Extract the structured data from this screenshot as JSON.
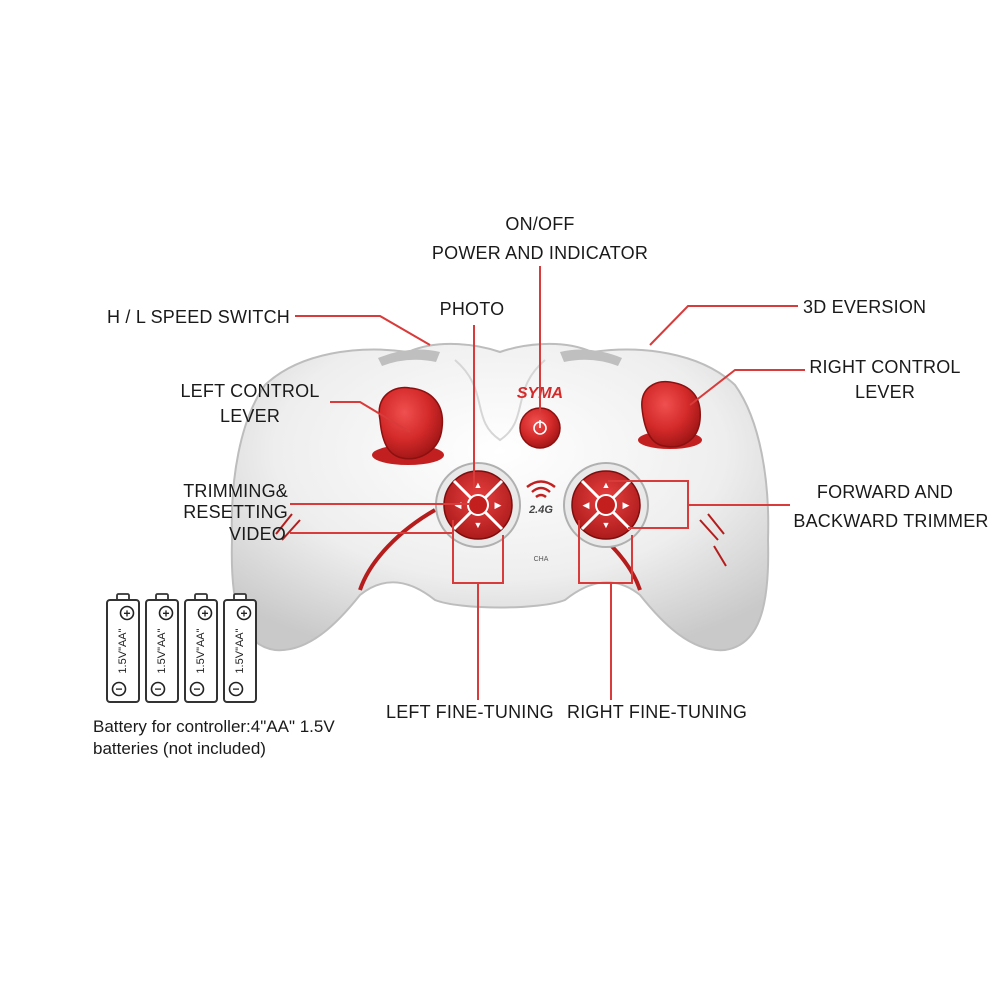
{
  "labels": {
    "on_off": "ON/OFF",
    "power_indicator": "POWER AND INDICATOR",
    "speed_switch": "H / L SPEED SWITCH",
    "photo": "PHOTO",
    "eversion": "3D EVERSION",
    "left_lever_1": "LEFT CONTROL",
    "left_lever_2": "LEVER",
    "right_lever_1": "RIGHT CONTROL",
    "right_lever_2": "LEVER",
    "trimming_1": "TRIMMING&",
    "trimming_2": "RESETTING",
    "video": "VIDEO",
    "fwd_1": "FORWARD AND",
    "fwd_2": "BACKWARD TRIMMER",
    "left_fine": "LEFT FINE-TUNING",
    "right_fine": "RIGHT FINE-TUNING"
  },
  "controller": {
    "brand": "SYMA",
    "frequency": "2.4G",
    "channel": "CHA"
  },
  "battery": {
    "cell_label": "1.5V\"AA\"",
    "count": 4,
    "plus_symbol": "+",
    "minus_symbol": "−",
    "note_line1": "Battery for controller:4\"AA\" 1.5V",
    "note_line2": "batteries (not included)"
  },
  "colors": {
    "accent_red": "#d42a2a",
    "leader_red": "#d93a3a",
    "body_white": "#f2f2f2",
    "text": "#1a1a1a"
  }
}
